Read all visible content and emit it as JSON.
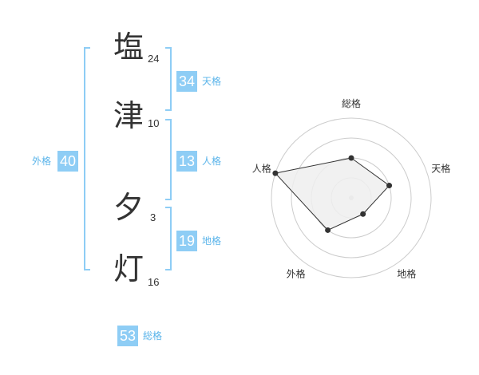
{
  "name": {
    "chars": [
      {
        "char": "塩",
        "strokes": "24"
      },
      {
        "char": "津",
        "strokes": "10"
      },
      {
        "char": "夕",
        "strokes": "3"
      },
      {
        "char": "灯",
        "strokes": "16"
      }
    ]
  },
  "kaku": {
    "tenkaku": {
      "value": "34",
      "label": "天格"
    },
    "jinkaku": {
      "value": "13",
      "label": "人格"
    },
    "chikaku": {
      "value": "19",
      "label": "地格"
    },
    "gaikaku": {
      "value": "40",
      "label": "外格"
    },
    "soukaku": {
      "value": "53",
      "label": "総格"
    }
  },
  "colors": {
    "accent": "#8ecdf5",
    "label": "#5ab4ea",
    "text": "#333333",
    "ring": "#cccccc",
    "fill": "#eeeeee"
  },
  "chart_data": {
    "type": "radar",
    "axes": [
      "総格",
      "天格",
      "地格",
      "外格",
      "人格"
    ],
    "values": [
      2,
      2,
      1,
      2,
      4
    ],
    "rmax": 4,
    "rings": 4
  }
}
